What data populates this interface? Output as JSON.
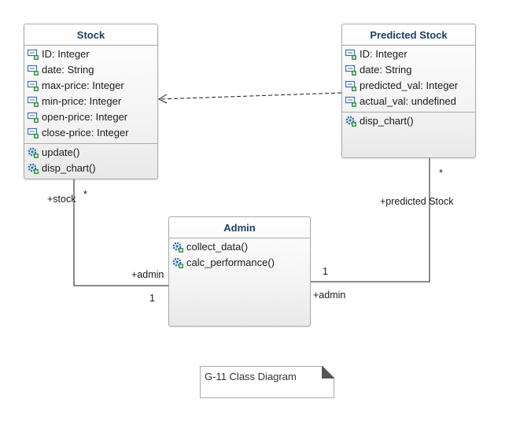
{
  "classes": {
    "stock": {
      "name": "Stock",
      "attributes": [
        "ID: Integer",
        "date: String",
        "max-price: Integer",
        "min-price: Integer",
        "open-price: Integer",
        "close-price: Integer"
      ],
      "operations": [
        "update()",
        "disp_chart()"
      ]
    },
    "predicted_stock": {
      "name": "Predicted Stock",
      "attributes": [
        "ID: Integer",
        "date: String",
        "predicted_val: Integer",
        "actual_val: undefined"
      ],
      "operations": [
        "disp_chart()"
      ]
    },
    "admin": {
      "name": "Admin",
      "operations": [
        "collect_data()",
        "calc_performance()"
      ]
    }
  },
  "associations": {
    "stock_admin": {
      "stock_role": "+stock",
      "stock_multiplicity": "*",
      "admin_role": "+admin",
      "admin_multiplicity": "1"
    },
    "predicted_admin": {
      "predicted_role": "+predicted Stock",
      "predicted_multiplicity": "*",
      "admin_role": "+admin",
      "admin_multiplicity": "1"
    }
  },
  "note": {
    "text": "G-11 Class Diagram"
  },
  "colors": {
    "class_title": "#1f3f66",
    "attribute_icon": "#3a6fb0",
    "operation_icon": "#2f6fb3",
    "icon_plus": "#2e9a3a",
    "border": "#a7abb3",
    "line": "#1a1a1a"
  },
  "icons": {
    "attribute": "attribute-icon",
    "operation": "operation-icon"
  }
}
